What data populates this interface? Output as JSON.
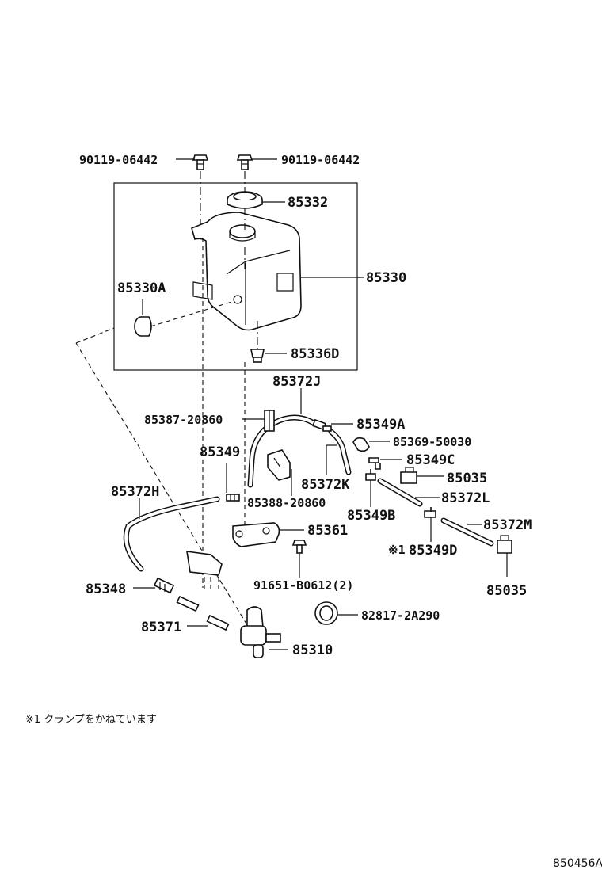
{
  "parts": {
    "bolt_left": "90119-06442",
    "bolt_right": "90119-06442",
    "cap": "85332",
    "tank": "85330",
    "grommet": "85330A",
    "plug": "85336D",
    "hose_j": "85372J",
    "clip_20860": "85387-20860",
    "joint_a": "85349A",
    "clamp_50030": "85369-50030",
    "joint": "85349",
    "joint_c": "85349C",
    "clamp_a": "85035",
    "hose_k": "85372K",
    "hose_h": "85372H",
    "clip_b20860": "85388-20860",
    "hose_l": "85372L",
    "joint_b": "85349B",
    "hose_m": "85372M",
    "bracket": "85361",
    "joint_d_mark": "※1",
    "joint_d": "85349D",
    "clamp_b": "85035",
    "bolt_bottom": "91651-B0612(2)",
    "nozzle": "85348",
    "pipe": "85371",
    "grommet2": "82817-2A290",
    "pump": "85310"
  },
  "footnote": "※1 クランプをかねています",
  "drawing_code": "850456A"
}
